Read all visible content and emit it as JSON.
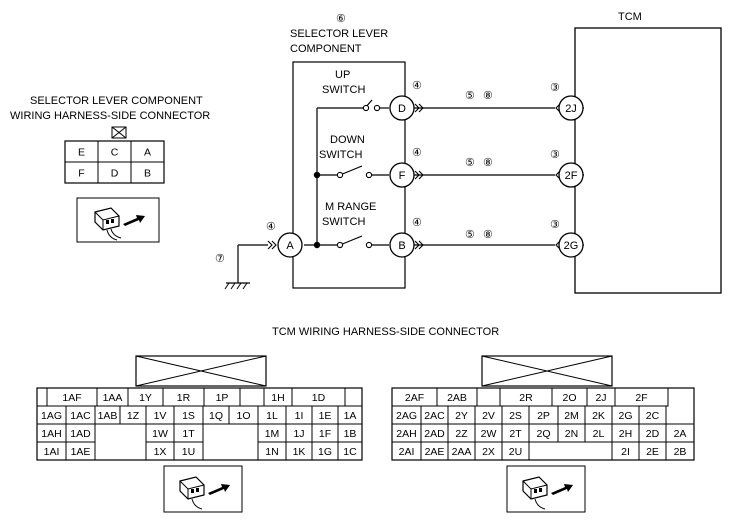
{
  "tcm_label": "TCM",
  "component": {
    "number": "⑥",
    "title_line1": "SELECTOR LEVER",
    "title_line2": "COMPONENT",
    "up_line1": "UP",
    "up_line2": "SWITCH",
    "down_line1": "DOWN",
    "down_line2": "SWITCH",
    "m_line1": "M RANGE",
    "m_line2": "SWITCH"
  },
  "terminals": {
    "d": "D",
    "f": "F",
    "b": "B",
    "a": "A",
    "tcm_2j": "2J",
    "tcm_2f": "2F",
    "tcm_2g": "2G"
  },
  "callouts": {
    "c3": "③",
    "c4": "④",
    "c5": "⑤",
    "c7": "⑦",
    "c8": "⑧"
  },
  "selector_connector": {
    "title_line1": "SELECTOR LEVER COMPONENT",
    "title_line2": "WIRING HARNESS-SIDE CONNECTOR",
    "rows": [
      [
        "E",
        "C",
        "A"
      ],
      [
        "F",
        "D",
        "B"
      ]
    ]
  },
  "tcm_connector": {
    "title": "TCM WIRING HARNESS-SIDE CONNECTOR",
    "left": {
      "row1": [
        "",
        "1AF",
        "1AA",
        "1Y",
        "1R",
        "1P",
        "",
        "1H",
        "1D"
      ],
      "row2": [
        "1AG",
        "1AC",
        "1AB",
        "1Z",
        "1V",
        "1S",
        "1Q",
        "1O",
        "1L",
        "1I",
        "1E",
        "1A"
      ],
      "row3": [
        "1AH",
        "1AD",
        "",
        "1W",
        "1T",
        "",
        "1M",
        "1J",
        "1F",
        "1B"
      ],
      "row4": [
        "1AI",
        "1AE",
        "",
        "1X",
        "1U",
        "",
        "1N",
        "1K",
        "1G",
        "1C"
      ]
    },
    "right": {
      "row1": [
        "2AF",
        "2AB",
        "",
        "2R",
        "2O",
        "2J",
        "2F"
      ],
      "row2": [
        "2AG",
        "2AC",
        "2Y",
        "2V",
        "2S",
        "2P",
        "2M",
        "2K",
        "2G",
        "2C"
      ],
      "row3": [
        "2AH",
        "2AD",
        "2Z",
        "2W",
        "2T",
        "2Q",
        "2N",
        "2L",
        "2H",
        "2D",
        "2A"
      ],
      "row4": [
        "2AI",
        "2AE",
        "2AA",
        "2X",
        "2U",
        "",
        "2I",
        "2E",
        "2B"
      ]
    }
  }
}
